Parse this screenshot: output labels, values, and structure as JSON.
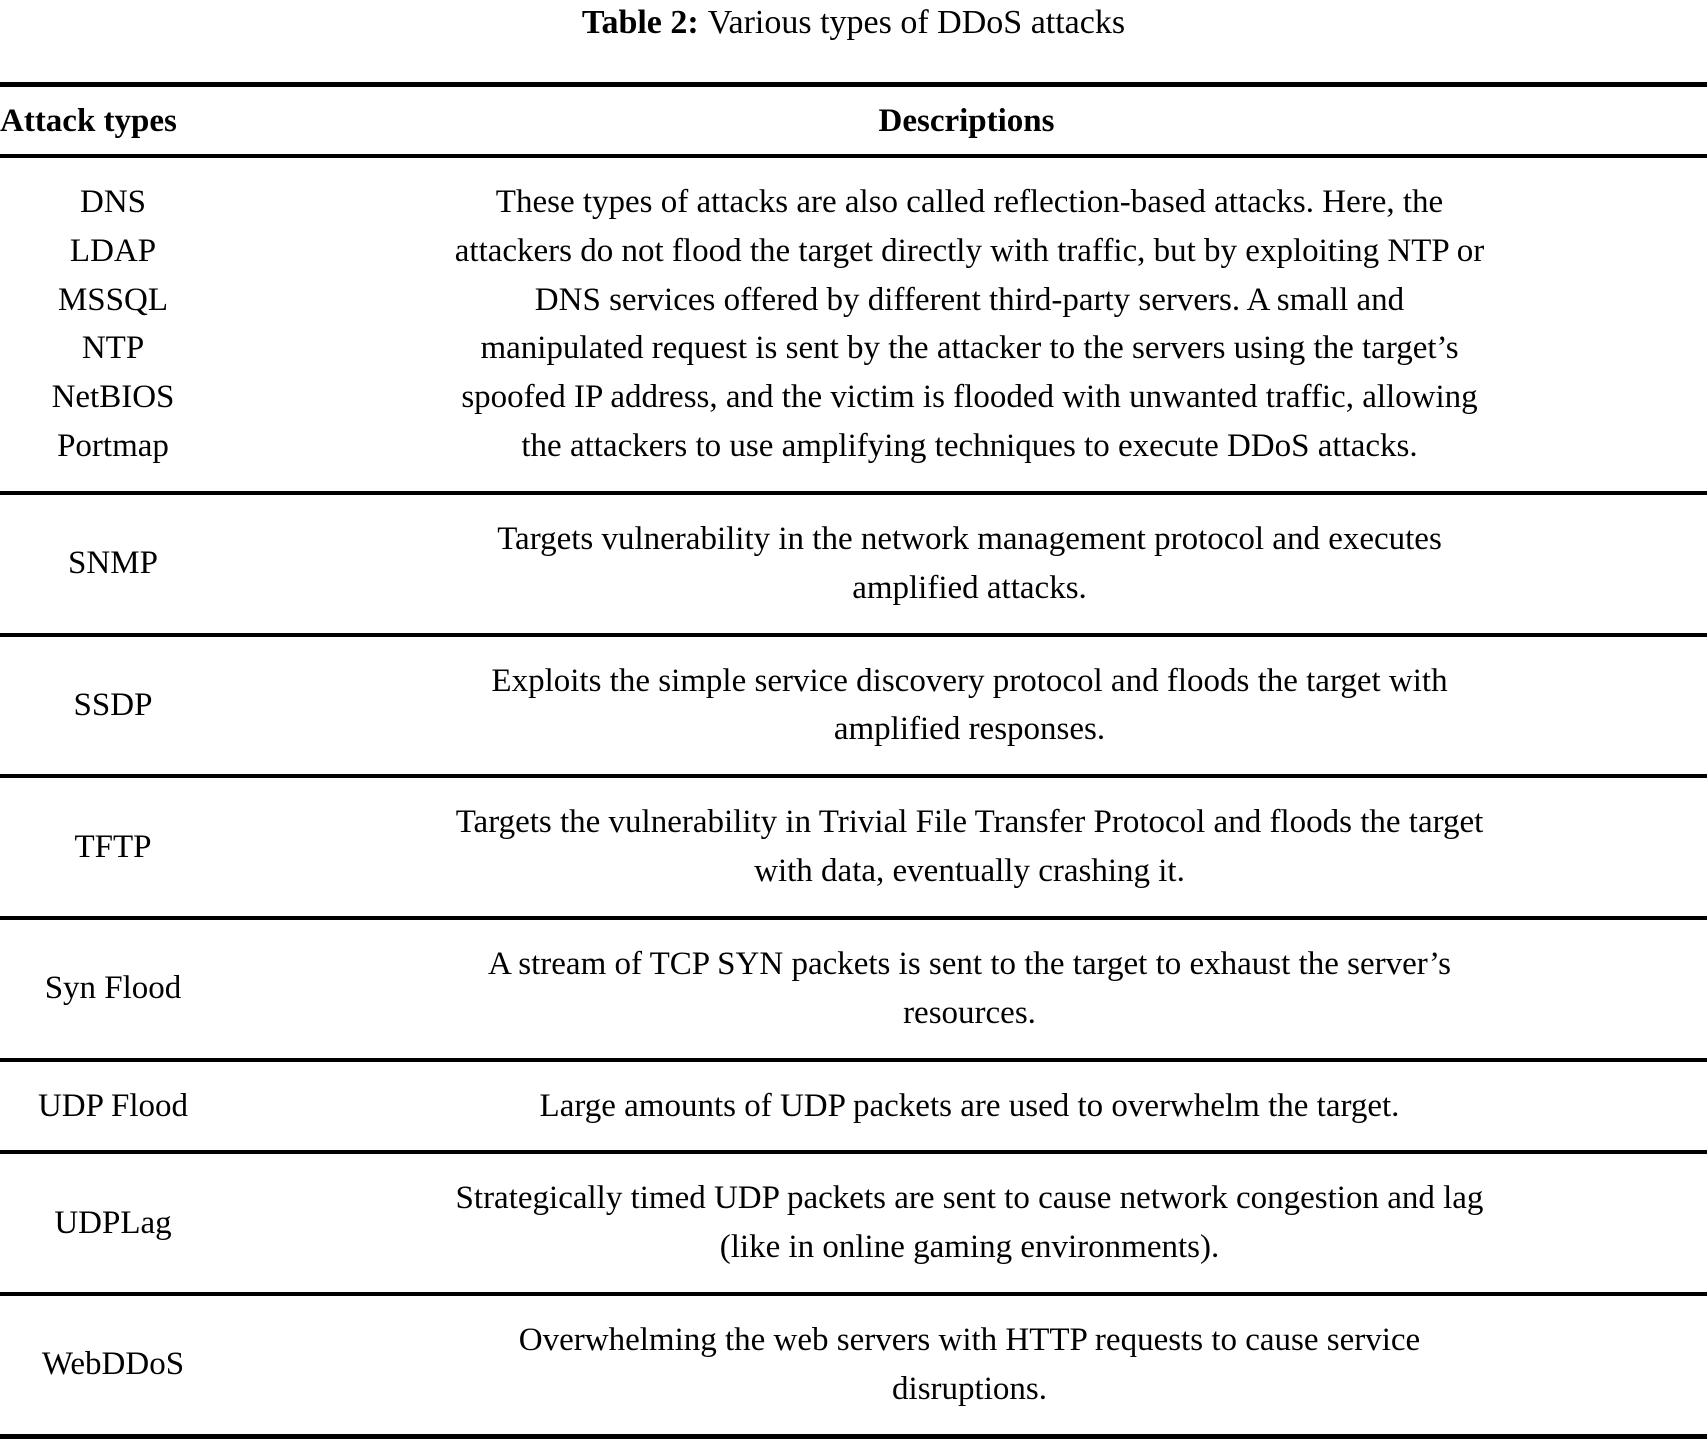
{
  "caption": {
    "label": "Table 2:",
    "text": "Various types of DDoS attacks"
  },
  "table": {
    "columns": [
      {
        "key": "attack_types",
        "header": "Attack types"
      },
      {
        "key": "descriptions",
        "header": "Descriptions"
      }
    ],
    "rows": [
      {
        "attack_types": [
          "DNS",
          "LDAP",
          "MSSQL",
          "NTP",
          "NetBIOS",
          "Portmap"
        ],
        "description_lines": [
          "These types of attacks are also called reflection-based attacks. Here, the",
          "attackers do not flood the target directly with traffic, but by exploiting NTP or",
          "DNS services offered by different third-party servers. A small and",
          "manipulated request is sent by the attacker to the servers using the target’s",
          "spoofed IP address, and the victim is flooded with unwanted traffic, allowing",
          "the attackers to use amplifying techniques to execute DDoS attacks."
        ]
      },
      {
        "attack_types": [
          "SNMP"
        ],
        "description_lines": [
          "Targets vulnerability in the network management protocol and executes",
          "amplified attacks."
        ]
      },
      {
        "attack_types": [
          "SSDP"
        ],
        "description_lines": [
          "Exploits the simple service discovery protocol and floods the target with",
          "amplified responses."
        ]
      },
      {
        "attack_types": [
          "TFTP"
        ],
        "description_lines": [
          "Targets the vulnerability in Trivial File Transfer Protocol and floods the target",
          "with data, eventually crashing it."
        ]
      },
      {
        "attack_types": [
          "Syn Flood"
        ],
        "description_lines": [
          "A stream of TCP SYN packets is sent to the target to exhaust the server’s",
          "resources."
        ]
      },
      {
        "attack_types": [
          "UDP Flood"
        ],
        "description_lines": [
          "Large amounts of UDP packets are used to overwhelm the target."
        ]
      },
      {
        "attack_types": [
          "UDPLag"
        ],
        "description_lines": [
          "Strategically timed UDP packets are sent to cause network congestion and lag",
          "(like in online gaming environments)."
        ]
      },
      {
        "attack_types": [
          "WebDDoS"
        ],
        "description_lines": [
          "Overwhelming the web servers with HTTP requests to cause service",
          "disruptions."
        ]
      }
    ]
  },
  "colors": {
    "text": "#000000",
    "background": "#ffffff",
    "rule": "#000000"
  }
}
